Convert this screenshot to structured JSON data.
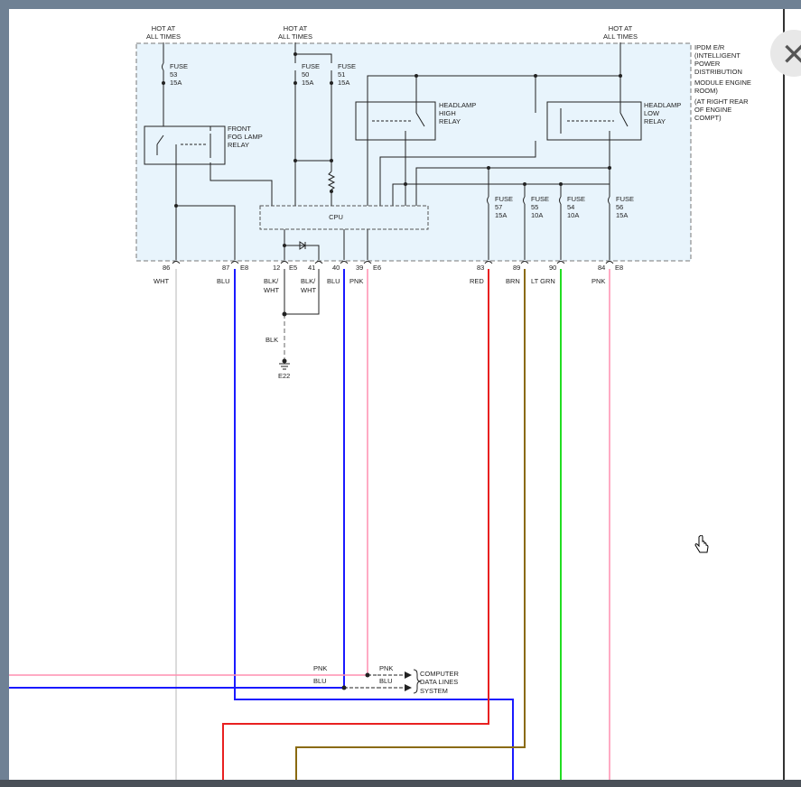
{
  "module": {
    "name_lines": [
      "IPDM E/R",
      "(INTELLIGENT",
      "POWER",
      "DISTRIBUTION",
      "MODULE ENGINE",
      "ROOM)",
      "(AT RIGHT REAR",
      "OF ENGINE",
      "COMPT)"
    ],
    "cpu_label": "CPU"
  },
  "power_sources": [
    {
      "line1": "HOT AT",
      "line2": "ALL TIMES"
    },
    {
      "line1": "HOT AT",
      "line2": "ALL TIMES"
    },
    {
      "line1": "HOT AT",
      "line2": "ALL TIMES"
    }
  ],
  "fuses": [
    {
      "l1": "FUSE",
      "l2": "53",
      "l3": "15A"
    },
    {
      "l1": "FUSE",
      "l2": "50",
      "l3": "15A"
    },
    {
      "l1": "FUSE",
      "l2": "51",
      "l3": "15A"
    },
    {
      "l1": "FUSE",
      "l2": "57",
      "l3": "15A"
    },
    {
      "l1": "FUSE",
      "l2": "55",
      "l3": "10A"
    },
    {
      "l1": "FUSE",
      "l2": "54",
      "l3": "10A"
    },
    {
      "l1": "FUSE",
      "l2": "56",
      "l3": "15A"
    }
  ],
  "relays": [
    {
      "l1": "FRONT",
      "l2": "FOG LAMP",
      "l3": "RELAY"
    },
    {
      "l1": "HEADLAMP",
      "l2": "HIGH",
      "l3": "RELAY"
    },
    {
      "l1": "HEADLAMP",
      "l2": "LOW",
      "l3": "RELAY"
    }
  ],
  "pins": [
    {
      "num": "86",
      "conn": "",
      "color": "WHT"
    },
    {
      "num": "87",
      "conn": "E8",
      "color": "BLU"
    },
    {
      "num": "12",
      "conn": "E5",
      "color1": "BLK/",
      "color2": "WHT"
    },
    {
      "num": "41",
      "conn": "",
      "color1": "BLK/",
      "color2": "WHT"
    },
    {
      "num": "40",
      "conn": "",
      "color": "BLU"
    },
    {
      "num": "39",
      "conn": "E6",
      "color": "PNK"
    },
    {
      "num": "83",
      "conn": "",
      "color": "RED"
    },
    {
      "num": "89",
      "conn": "",
      "color": "BRN"
    },
    {
      "num": "90",
      "conn": "",
      "color": "LT GRN"
    },
    {
      "num": "84",
      "conn": "E8",
      "color": "PNK"
    }
  ],
  "ground": {
    "wire": "BLK",
    "id": "E22"
  },
  "data_lines": {
    "pnk_left": "PNK",
    "blu_left": "BLU",
    "pnk_right": "PNK",
    "blu_right": "BLU",
    "system_lines": [
      "COMPUTER",
      "DATA LINES",
      "SYSTEM"
    ]
  },
  "bottom_labels": [
    "... ",
    "... "
  ],
  "wire_colors": {
    "white": "#cfcfcf",
    "blue": "#1a1aff",
    "pink": "#ff8fb0",
    "red": "#e82020",
    "brown": "#8a6a10",
    "green": "#22dd22",
    "module_fill": "#e8f4fc"
  }
}
